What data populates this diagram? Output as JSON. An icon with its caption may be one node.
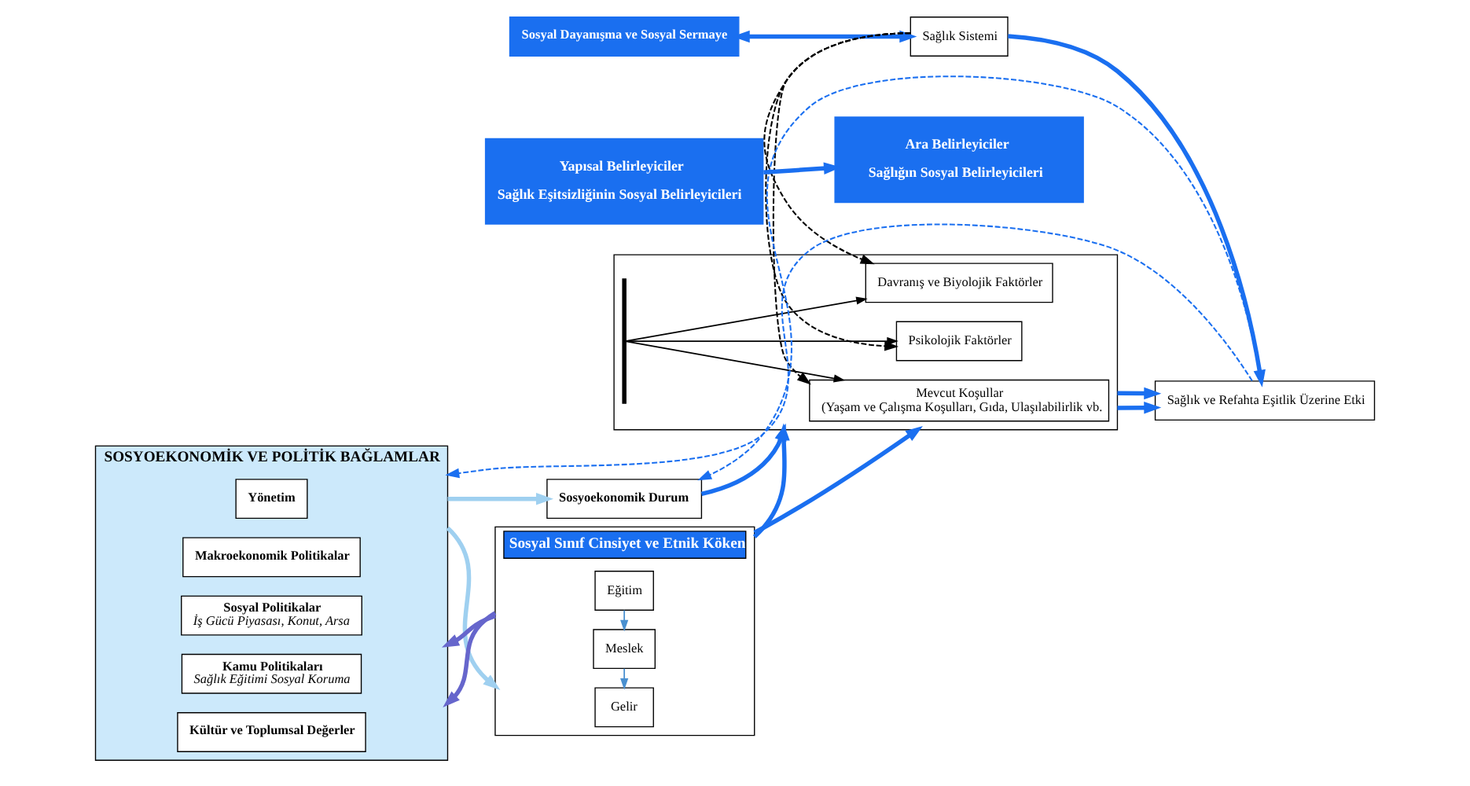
{
  "diagram": {
    "nodes": [
      {
        "text": [
          "SOSYOEKONOMİK VE POLİTİK BAĞLAMLAR"
        ]
      },
      {
        "text": [
          "Yönetim"
        ],
        "in": 0
      },
      {
        "text": [
          "Makroekonomik Politikalar"
        ],
        "in": 0
      },
      {
        "text": [
          "Sosyal Politikalar",
          "İş Gücü Piyasası, Konut, Arsa"
        ],
        "in": 0
      },
      {
        "text": [
          "Kamu Politikaları",
          "Sağlık Eğitimi Sosyal Koruma"
        ],
        "in": 0
      },
      {
        "text": [
          "Kültür ve Toplumsal Değerler"
        ],
        "in": 0
      },
      {
        "text": [
          "Sosyoekonomik Durum"
        ]
      },
      {
        "text": [
          "Sosyal Sınıf Cinsiyet ve Etnik Köken"
        ]
      },
      {
        "text": [
          "Eğitim"
        ],
        "in": 7
      },
      {
        "text": [
          "Meslek"
        ],
        "in": 7
      },
      {
        "text": [
          "Gelir"
        ],
        "in": 7
      },
      {
        "text": [
          "Sosyal Dayanışma ve Sosyal Sermaye"
        ]
      },
      {
        "text": [],
        "shape": "box"
      },
      {
        "text": [
          "Mevcut Koşullar",
          "(Yaşam ve Çalışma Koşulları, Gıda, Ulaşılabilirlik vb."
        ],
        "in": 12
      },
      {
        "text": [
          "Davranış ve Biyolojik Faktörler"
        ],
        "in": 12
      },
      {
        "text": [
          "Psikolojik Faktörler"
        ],
        "in": 12
      },
      {
        "text": [
          "Sağlık Sistemi"
        ]
      },
      {
        "text": [
          "Sağlık ve Refahta Eşitlik Üzerine Etki"
        ]
      },
      {
        "text": [
          "Yapısal Belirleyiciler",
          "Sağlık Eşitsizliğinin Sosyal Belirleyicileri"
        ]
      },
      {
        "text": [
          "Ara Belirleyiciler",
          "Sağlığın Sosyal Belirleyicileri"
        ]
      },
      {
        "text": [],
        "shape": "bar",
        "in": 12
      }
    ],
    "edges": [
      {
        "from": 0,
        "to": 6,
        "arrow": "to",
        "color": "#9fd0f0"
      },
      {
        "from": 0,
        "to": 7,
        "arrow": "to",
        "color": "#9fd0f0"
      },
      {
        "from": 7,
        "to": 0,
        "arrow": "to",
        "color": "#6666cc"
      },
      {
        "from": 7,
        "to": 0,
        "arrow": "to",
        "color": "#6666cc"
      },
      {
        "from": 8,
        "to": 9,
        "arrow": "to",
        "color": "#4a90d0"
      },
      {
        "from": 9,
        "to": 10,
        "arrow": "to",
        "color": "#4a90d0"
      },
      {
        "from": 6,
        "to": 12,
        "arrow": "to"
      },
      {
        "from": 7,
        "to": 12,
        "arrow": "to"
      },
      {
        "from": 7,
        "to": 12,
        "arrow": "to"
      },
      {
        "from": 20,
        "to": 13,
        "arrow": "to",
        "color": "#000000"
      },
      {
        "from": 20,
        "to": 14,
        "arrow": "to",
        "color": "#000000"
      },
      {
        "from": 20,
        "to": 15,
        "arrow": "to",
        "color": "#000000"
      },
      {
        "from": 16,
        "to": 13,
        "arrow": "to",
        "style": "dashed",
        "color": "#000000"
      },
      {
        "from": 16,
        "to": 14,
        "arrow": "to",
        "style": "dashed",
        "color": "#000000"
      },
      {
        "from": 16,
        "to": 15,
        "arrow": "to",
        "style": "dashed",
        "color": "#000000"
      },
      {
        "from": 11,
        "to": 16,
        "arrow": "both"
      },
      {
        "from": 12,
        "to": 17,
        "arrow": "to"
      },
      {
        "from": 12,
        "to": 17,
        "arrow": "to"
      },
      {
        "from": 16,
        "to": 17,
        "arrow": "to"
      },
      {
        "from": 17,
        "to": 0,
        "arrow": "to",
        "style": "dashed"
      },
      {
        "from": 17,
        "to": 6,
        "arrow": "to",
        "style": "dashed"
      },
      {
        "from": 18,
        "to": 19,
        "arrow": "to"
      }
    ]
  }
}
